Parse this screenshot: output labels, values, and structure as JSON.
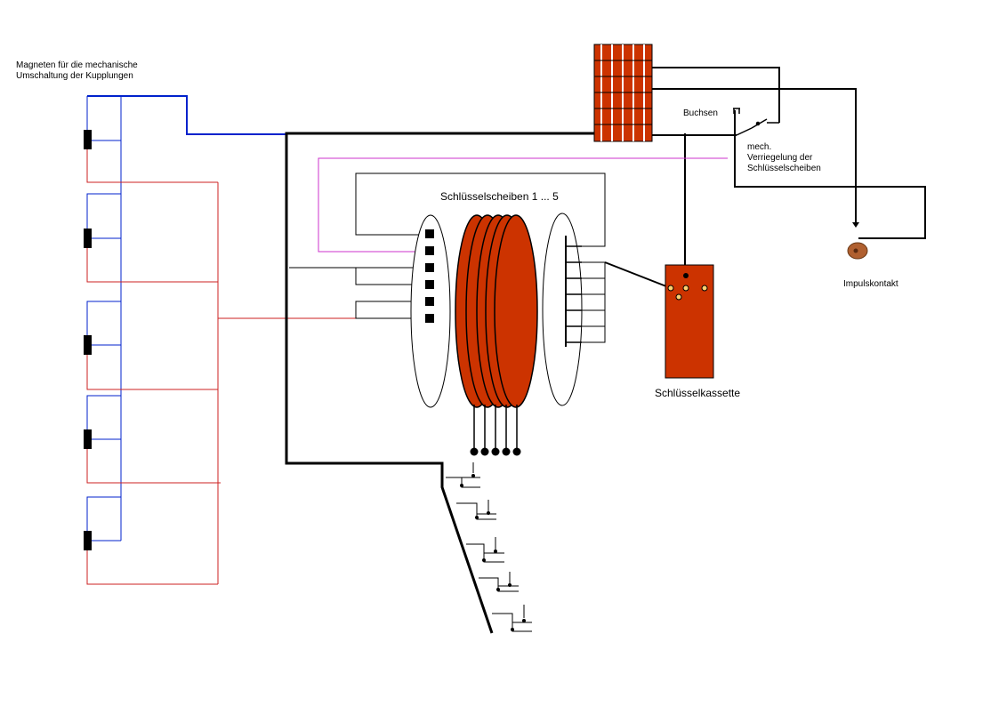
{
  "labels": {
    "magnets_line1": "Magneten für die mechanische",
    "magnets_line2": "Umschaltung der Kupplungen",
    "key_disks": "Schlüsselscheiben 1 ... 5",
    "sockets": "Buchsen",
    "mech_line1": "mech.",
    "mech_line2": "Verriegelung der",
    "mech_line3": "Schlüsselscheiben",
    "impulse_contact": "Impulskontakt",
    "key_cassette": "Schlüsselkassette"
  },
  "colors": {
    "wire_black": "#000000",
    "wire_blue": "#0022cc",
    "wire_red": "#cc2222",
    "wire_magenta": "#cc33cc",
    "rust": "#cc3300",
    "brown": "#b06030"
  }
}
